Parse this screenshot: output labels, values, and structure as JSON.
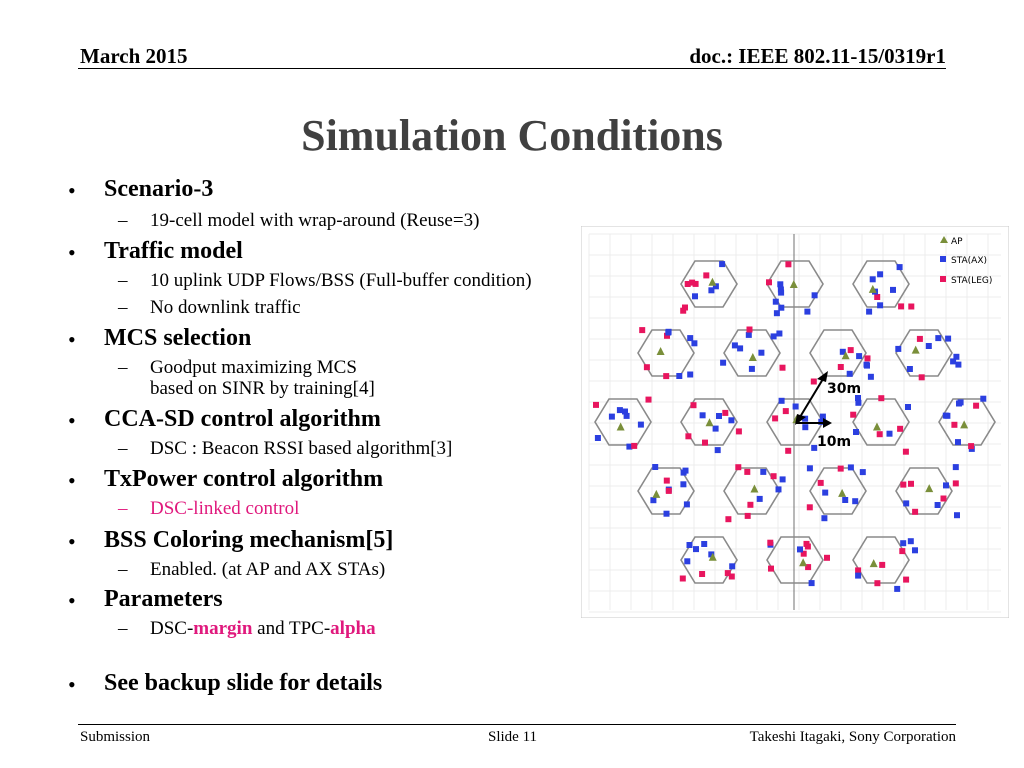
{
  "header": {
    "date": "March 2015",
    "doc": "doc.: IEEE 802.11-15/0319r1"
  },
  "title": "Simulation Conditions",
  "bullets": {
    "scenario": {
      "label": "Scenario-3",
      "sub1": "19-cell model with wrap-around (Reuse=3)"
    },
    "traffic": {
      "label": "Traffic model",
      "sub1": "10 uplink UDP Flows/BSS (Full-buffer condition)",
      "sub2": "No downlink traffic"
    },
    "mcs": {
      "label": "MCS selection",
      "sub1a": "Goodput maximizing MCS",
      "sub1b": "based on SINR by training[4]"
    },
    "cca": {
      "label": "CCA-SD control algorithm",
      "sub1": "DSC : Beacon RSSI based algorithm[3]"
    },
    "txpower": {
      "label": "TxPower control algorithm",
      "sub1": "DSC-linked control"
    },
    "bss": {
      "label": "BSS Coloring mechanism[5]",
      "sub1": "Enabled. (at AP and AX STAs)"
    },
    "params": {
      "label": "Parameters",
      "sub_a": "DSC-",
      "sub_b": "margin",
      "sub_c": " and TPC-",
      "sub_d": "alpha"
    },
    "backup": {
      "label": "See backup slide for details"
    }
  },
  "bullet_glyphs": {
    "main": "•",
    "sub": "–"
  },
  "figure": {
    "legend": {
      "ap": "AP",
      "sta_ax": "STA(AX)",
      "sta_leg": "STA(LEG)"
    },
    "dim_30": "30m",
    "dim_10": "10m",
    "colors": {
      "ap": "#7a8f3a",
      "sta_ax": "#2b3fe0",
      "sta_leg": "#e8155e",
      "hex": "#8a8a8a"
    }
  },
  "footer": {
    "left": "Submission",
    "center": "Slide 11",
    "right": "Takeshi Itagaki, Sony Corporation"
  }
}
